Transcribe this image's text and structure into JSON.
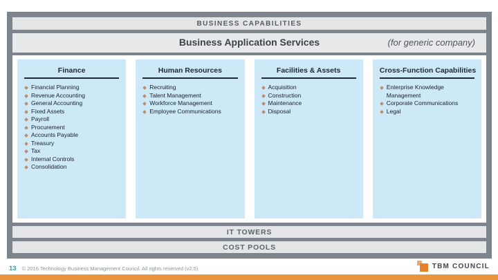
{
  "slide": {
    "top_banner": "BUSINESS CAPABILITIES",
    "title": "Business Application Services",
    "subtitle": "(for generic company)",
    "columns": [
      {
        "header": "Finance",
        "items": [
          "Financial Planning",
          "Revenue Accounting",
          "General Accounting",
          "Fixed Assets",
          "Payroll",
          "Procurement",
          "Accounts Payable",
          "Treasury",
          "Tax",
          "Internal Controls",
          "Consolidation"
        ]
      },
      {
        "header": "Human Resources",
        "items": [
          "Recruiting",
          "Talent Management",
          "Workforce Management",
          "Employee Communications"
        ]
      },
      {
        "header": "Facilities & Assets",
        "items": [
          "Acquisition",
          "Construction",
          "Maintenance",
          "Disposal"
        ]
      },
      {
        "header": "Cross-Function Capabilities",
        "items": [
          "Enterprise Knowledge Management",
          "Corporate Communications",
          "Legal"
        ]
      }
    ],
    "bottom_bars": {
      "it_towers": "IT TOWERS",
      "cost_pools": "COST POOLS"
    }
  },
  "footer": {
    "page_number": "13",
    "copyright": "© 2016 Technology Business Management Council. All rights reserved (v2.5)",
    "logo_text": "TBM COUNCIL"
  },
  "colors": {
    "frame_gray": "#7d848c",
    "bar_gray": "#e3e5e7",
    "column_blue": "#cde8f6",
    "navy_text": "#1a2a38",
    "bullet_tan": "#bd8c70",
    "accent_orange": "#e9953e",
    "logo_orange_dark": "#e87f2a",
    "logo_orange_light": "#f0a964",
    "page_number_teal": "#2da0ac"
  }
}
